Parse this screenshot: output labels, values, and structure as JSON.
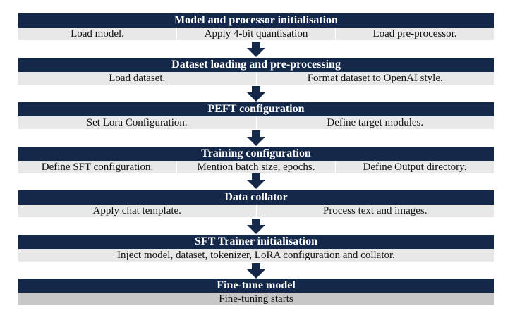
{
  "steps": [
    {
      "title": "Model and processor initialisation",
      "items": [
        "Load model.",
        "Apply 4-bit quantisation",
        "Load pre-processor."
      ]
    },
    {
      "title": "Dataset loading and pre-processing",
      "items": [
        "Load dataset.",
        "Format dataset to OpenAI style."
      ]
    },
    {
      "title": "PEFT configuration",
      "items": [
        "Set Lora Configuration.",
        "Define target modules."
      ]
    },
    {
      "title": "Training configuration",
      "items": [
        "Define SFT configuration.",
        "Mention batch size, epochs.",
        "Define Output directory."
      ]
    },
    {
      "title": "Data collator",
      "items": [
        "Apply chat template.",
        "Process text and images."
      ]
    },
    {
      "title": "SFT Trainer initialisation",
      "items": [
        "Inject model, dataset, tokenizer, LoRA configuration and collator."
      ]
    },
    {
      "title": "Fine-tune model",
      "items": [
        "Fine-tuning starts"
      ]
    }
  ],
  "colors": {
    "header": "#14284a",
    "row": "#e8e8e8",
    "last_row": "#c7c7c7",
    "arrow": "#14284a"
  }
}
